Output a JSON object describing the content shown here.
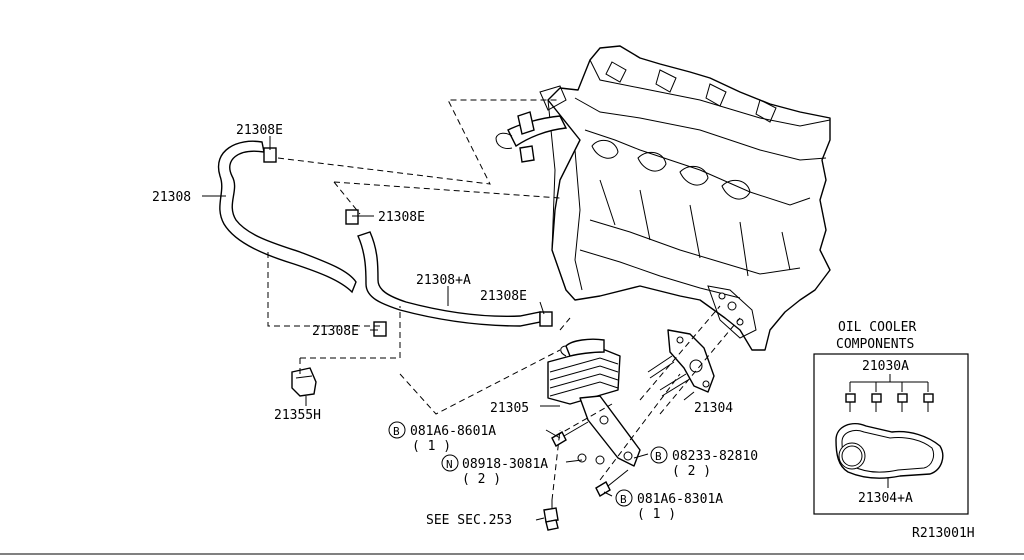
{
  "parts": {
    "p21308E_a": "21308E",
    "p21308": "21308",
    "p21308E_b": "21308E",
    "p21308A": "21308+A",
    "p21308E_c": "21308E",
    "p21308E_d": "21308E",
    "p21355H": "21355H",
    "p21305": "21305",
    "p21304": "21304",
    "bolt_8601": "081A6-8601A",
    "bolt_8601_qty": "( 1 )",
    "nut_3081": "08918-3081A",
    "nut_3081_qty": "( 2 )",
    "stud_82810": "08233-82810",
    "stud_82810_qty": "( 2 )",
    "bolt_8301": "081A6-8301A",
    "bolt_8301_qty": "( 1 )",
    "see_sec": "SEE SEC.253"
  },
  "markers": {
    "b": "B",
    "n": "N"
  },
  "components": {
    "title_1": "OIL COOLER",
    "title_2": "COMPONENTS",
    "p21030A": "21030A",
    "p21304A": "21304+A"
  },
  "ref": "R213001H"
}
